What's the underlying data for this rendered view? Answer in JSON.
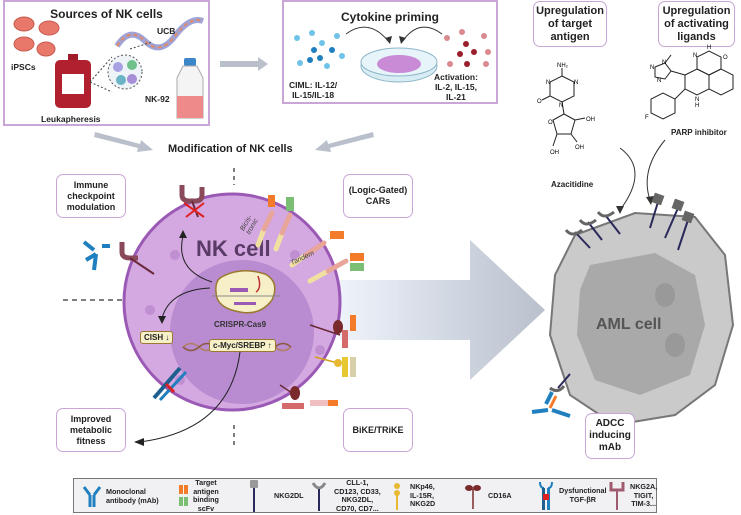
{
  "sources_panel": {
    "title": "Sources of NK cells",
    "items": [
      "iPSCs",
      "UCB",
      "Leukapheresis",
      "NK-92"
    ]
  },
  "cytokine_panel": {
    "title": "Cytokine priming",
    "ciml_label_line1": "CIML: IL-12/",
    "ciml_label_line2": "IL-15/IL-18",
    "activation_line1": "Activation:",
    "activation_line2": "IL-2, IL-15,",
    "activation_line3": "IL-21"
  },
  "modification_title": "Modification of NK cells",
  "nk_cell": {
    "label": "NK cell",
    "crispr_label": "CRISPR-Cas9",
    "cish_label": "CISH",
    "myc_label": "c-Myc/SREBP",
    "bicistronic_label_1": "Bicis-",
    "bicistronic_label_2": "tronic",
    "tandem_label": "Tandem"
  },
  "strategy_boxes": {
    "immune_checkpoint": [
      "Immune",
      "checkpoint",
      "modulation"
    ],
    "logic_gated_cars": [
      "(Logic-Gated)",
      "CARs"
    ],
    "improved_metabolic": [
      "Improved",
      "metabolic",
      "fitness"
    ],
    "bike_trike": "BiKE/TRiKE"
  },
  "aml": {
    "label": "AML cell",
    "target_antigen_box": [
      "Upregulation",
      "of target",
      "antigen"
    ],
    "activating_ligands_box": [
      "Upregulation",
      "of activating",
      "ligands"
    ],
    "azacitidine_label": "Azacitidine",
    "parp_label": "PARP inhibitor",
    "adcc_box": [
      "ADCC",
      "inducing",
      "mAb"
    ],
    "azacitidine_atoms": {
      "nh2": "NH₂",
      "n1": "N",
      "n2": "N",
      "n3": "N",
      "o1": "O",
      "o2": "O",
      "oh1": "OH",
      "oh2": "OH",
      "oh3": "OH"
    },
    "parp_atoms": {
      "n1": "N",
      "n2": "N",
      "n3": "N",
      "n4": "N",
      "n5": "N",
      "h1": "H",
      "h2": "H",
      "o": "O",
      "f": "F"
    }
  },
  "legend": {
    "items": [
      {
        "icon": "monoclonal-antibody-icon",
        "label": [
          "Monoclonal",
          "antibody (mAb)"
        ]
      },
      {
        "icon": "scfv-icon",
        "label": [
          "Target",
          "antigen",
          "binding",
          "scFv"
        ]
      },
      {
        "icon": "nkg2dl-icon",
        "label": [
          "NKG2DL"
        ]
      },
      {
        "icon": "target-antigen-receptor-icon",
        "label": [
          "CLL-1,",
          "CD123, CD33,",
          "NKG2DL,",
          "CD70, CD7..."
        ]
      },
      {
        "icon": "activating-receptor-icon",
        "label": [
          "NKp46,",
          "IL-15R,",
          "NKG2D"
        ]
      },
      {
        "icon": "cd16a-icon",
        "label": [
          "CD16A"
        ]
      },
      {
        "icon": "tgf-receptor-icon",
        "label": [
          "Dysfunctional",
          "TGF-βR"
        ]
      },
      {
        "icon": "checkpoint-receptor-icon",
        "label": [
          "NKG2A,",
          "TIGIT,",
          "TIM-3..."
        ]
      }
    ]
  },
  "colors": {
    "panel_border": "#c9a6d6",
    "nk_outer": "#d4a8e0",
    "nk_inner": "#b98bd0",
    "aml_cytoplasm": "#c8c8c8",
    "aml_nucleus": "#a9a9a9",
    "arrow_gray": "#b9c0cc",
    "ciml_blue": "#3a9fd6",
    "activation_red": "#b34a55",
    "scfv_orange": "#f47b2a",
    "scfv_green": "#7cbf74"
  }
}
